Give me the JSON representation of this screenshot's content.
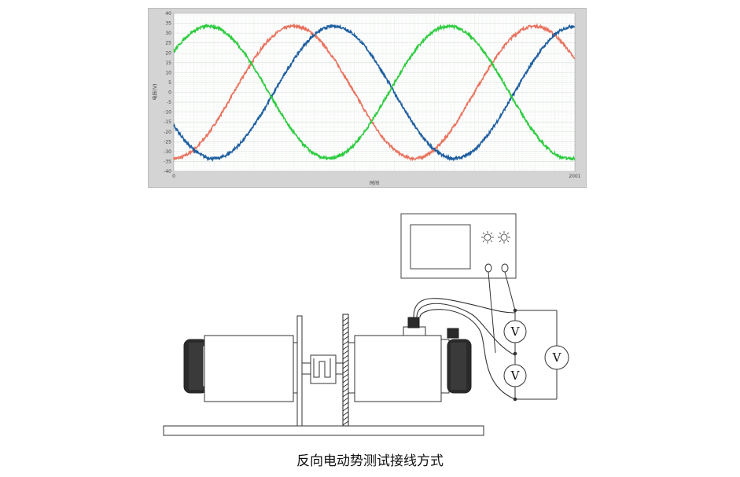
{
  "chart_data": {
    "type": "line",
    "xlabel": "时间",
    "ylabel": "电压(V)",
    "xlim": [
      0,
      2001
    ],
    "ylim": [
      -40,
      40
    ],
    "xticks": [
      "0",
      "2001"
    ],
    "yticks": [
      40,
      35,
      30,
      25,
      20,
      15,
      10,
      5,
      0,
      -5,
      -10,
      -15,
      -20,
      -25,
      -30,
      -35,
      -40
    ],
    "grid": true,
    "series": [
      {
        "color": "#e8735f",
        "amplitude": 33.5,
        "period": 1200,
        "phase_deg": 270
      },
      {
        "color": "#1f5fa0",
        "amplitude": 33.5,
        "period": 1200,
        "phase_deg": 210
      },
      {
        "color": "#2ecc40",
        "amplitude": 33.5,
        "period": 1200,
        "phase_deg": 38
      }
    ]
  },
  "diagram": {
    "voltmeter_symbol": "V"
  },
  "caption": "反向电动势测试接线方式"
}
